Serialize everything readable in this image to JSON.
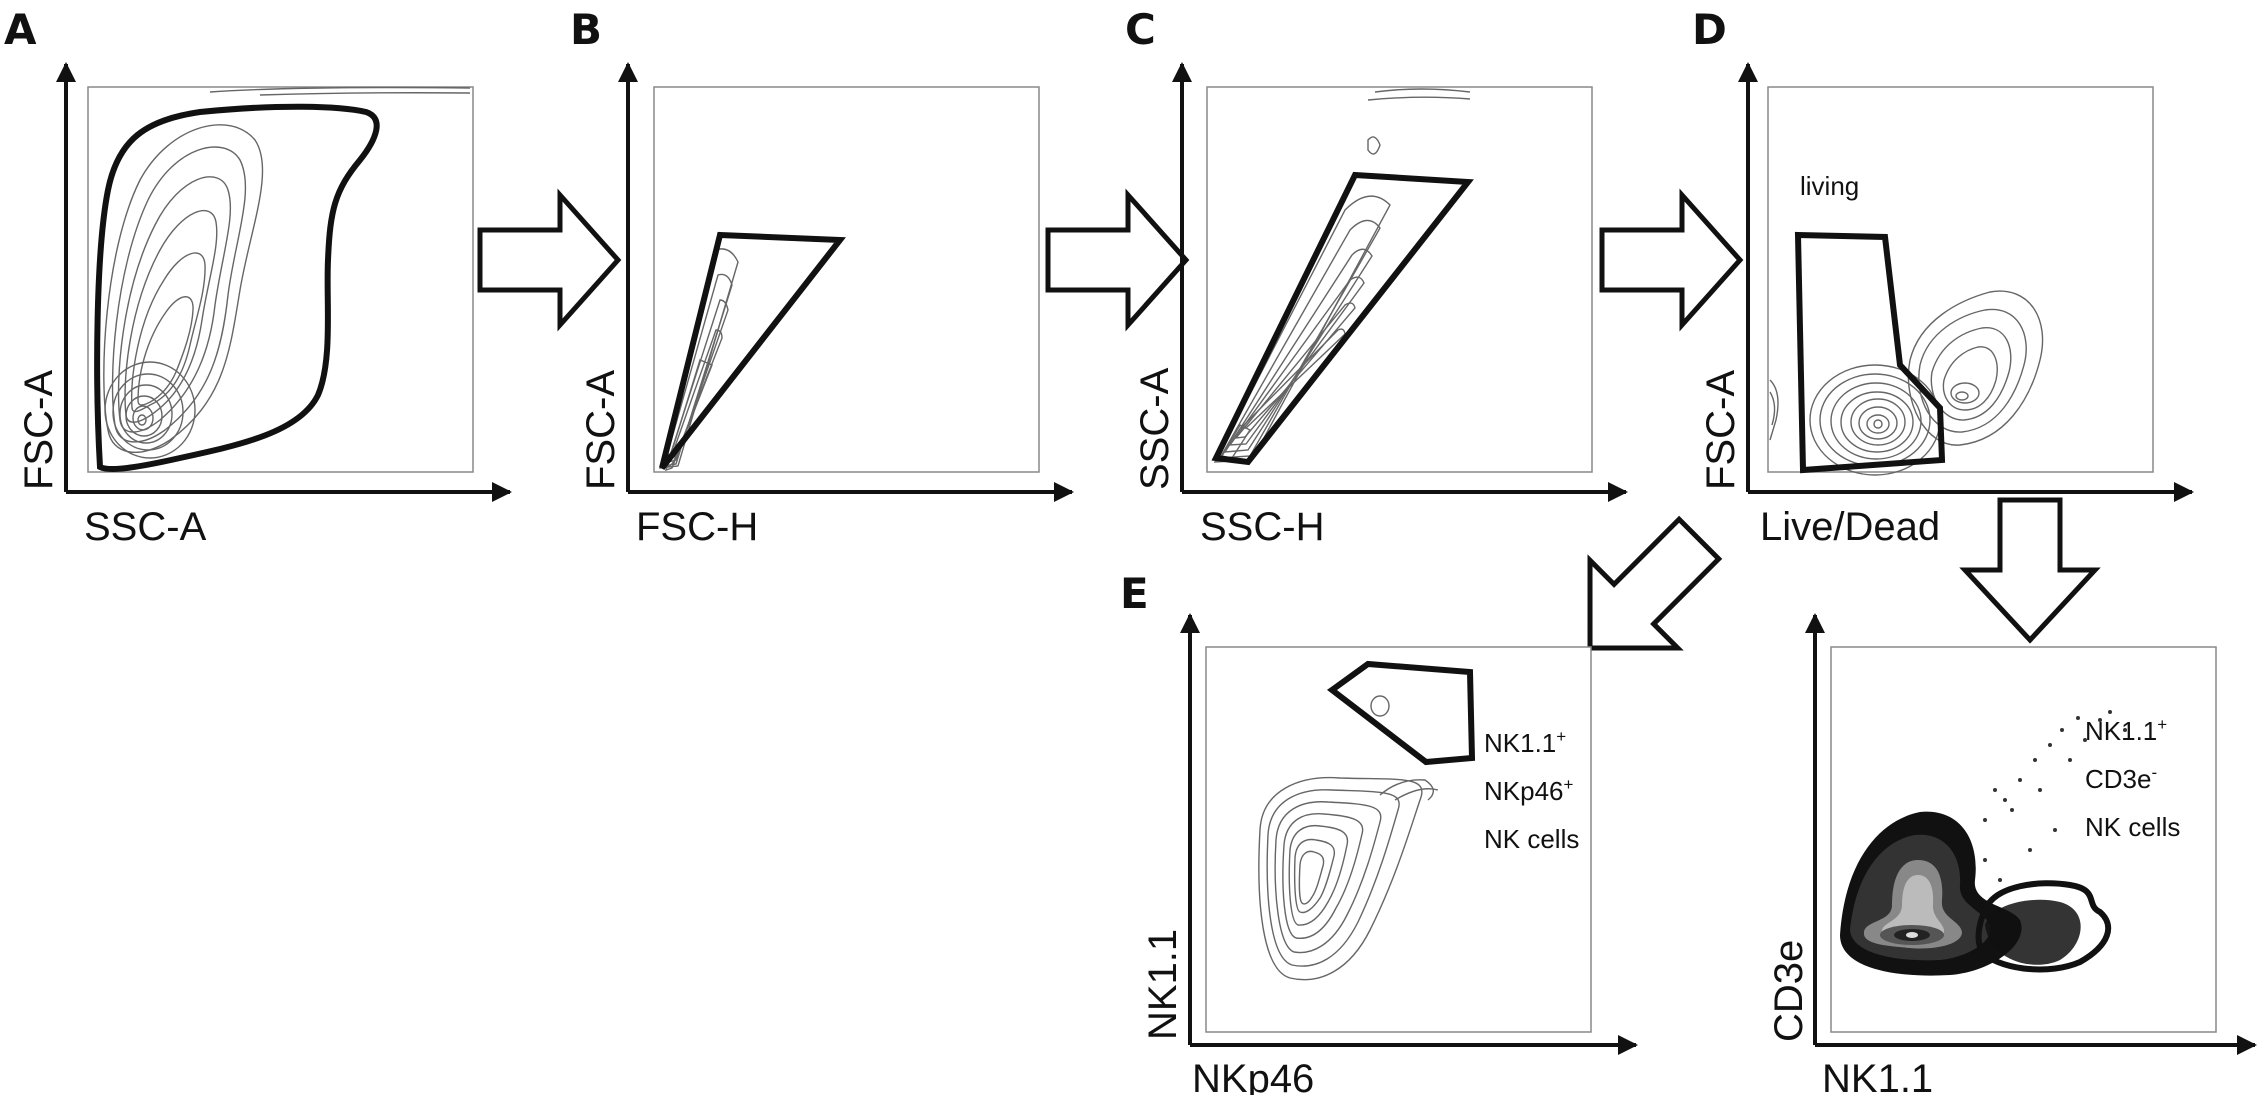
{
  "panels": {
    "A": {
      "letter": "A",
      "x_label": "SSC-A",
      "y_label": "FSC-A"
    },
    "B": {
      "letter": "B",
      "x_label": "FSC-H",
      "y_label": "FSC-A"
    },
    "C": {
      "letter": "C",
      "x_label": "SSC-H",
      "y_label": "SSC-A"
    },
    "D": {
      "letter": "D",
      "x_label": "Live/Dead",
      "y_label": "FSC-A",
      "gate_label": "living"
    },
    "E": {
      "letter": "E",
      "x_label": "NKp46",
      "y_label": "NK1.1",
      "gate_label": {
        "line1": "NK1.1",
        "line1_sup": "+",
        "line2": "NKp46",
        "line2_sup": "+",
        "line3": "NK cells"
      }
    },
    "F": {
      "x_label": "NK1.1",
      "y_label": "CD3e",
      "gate_label": {
        "line1": "NK1.1",
        "line1_sup": "+",
        "line2": "CD3e",
        "line2_sup": "-",
        "line3": "NK cells"
      }
    }
  },
  "colors": {
    "ink": "#111111",
    "contour": "#666666",
    "frame": "#888888"
  }
}
